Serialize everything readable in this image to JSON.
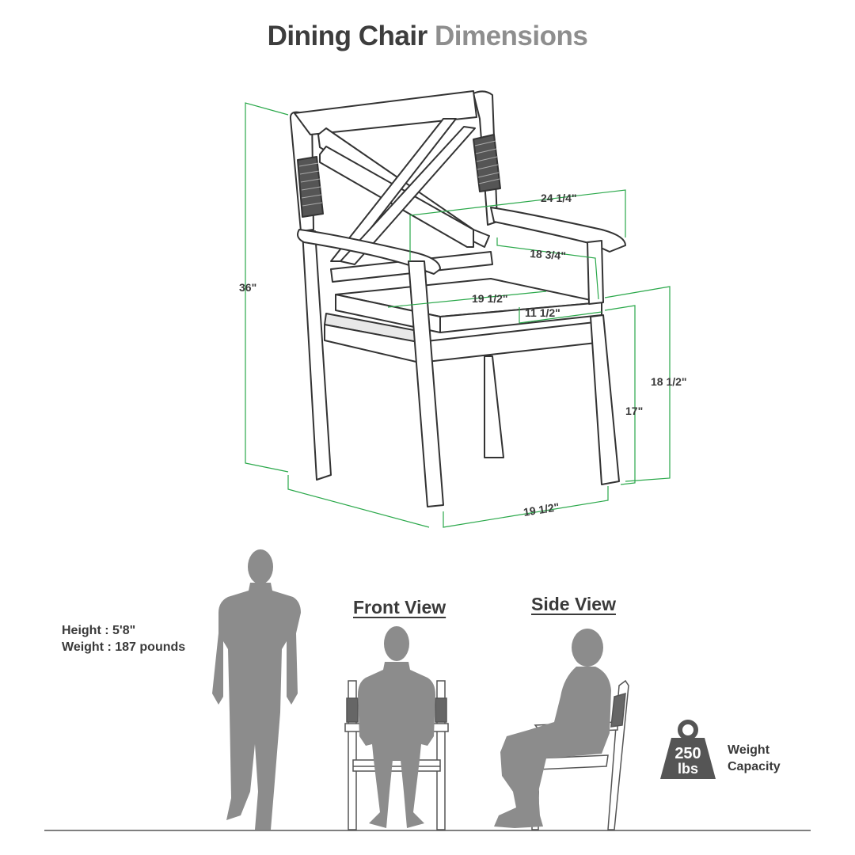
{
  "title": {
    "part1": "Dining Chair",
    "part2": "Dimensions"
  },
  "dimensions": {
    "overall_height": "36\"",
    "arm_width": "24 1/4\"",
    "arm_depth": "18 3/4\"",
    "seat_width": "19 1/2\"",
    "seat_depth": "11 1/2\"",
    "arm_height": "18 1/2\"",
    "seat_height": "17\"",
    "base_width": "19 1/2\""
  },
  "person": {
    "height_label": "Height  : 5'8\"",
    "weight_label": "Weight : 187 pounds"
  },
  "views": {
    "front": "Front View",
    "side": "Side View"
  },
  "capacity": {
    "number": "250",
    "unit": "lbs",
    "line1": "Weight",
    "line2": "Capacity"
  },
  "colors": {
    "dimension_line": "#2aa84a",
    "chair_outline": "#333333",
    "silhouette": "#8c8c8c",
    "title_dark": "#3d3d3d",
    "title_light": "#8e8e8e"
  }
}
